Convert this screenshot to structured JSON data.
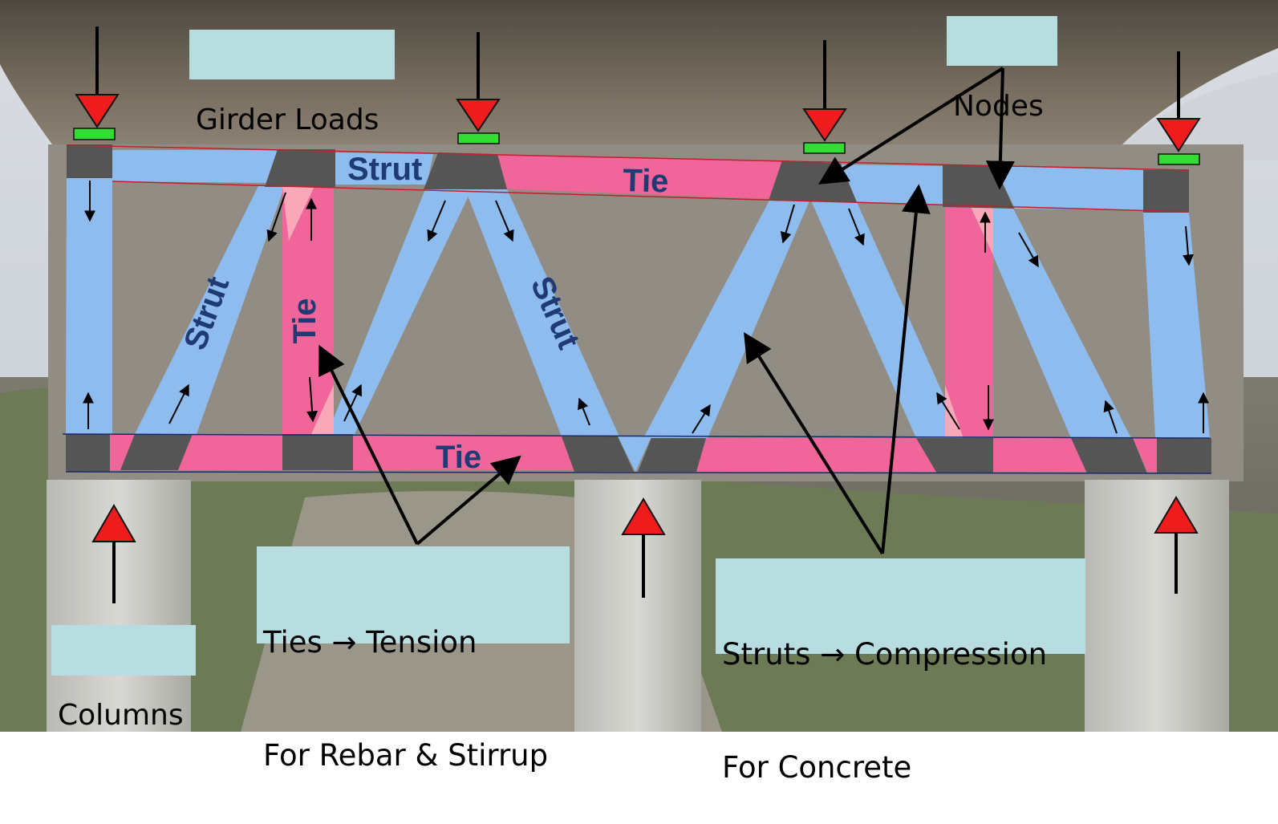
{
  "colors": {
    "strut": "#8fbcef",
    "tie": "#f0669b",
    "node": "#555555",
    "load_arrow": "#ee1c1c",
    "bearing": "#33dd33",
    "label_text": "#1f3b73",
    "callout_bg": "#b7dde1"
  },
  "labels": {
    "girder_loads": "Girder Loads",
    "nodes": "Nodes",
    "columns": "Columns",
    "ties_line1": "Ties → Tension",
    "ties_line2": "For Rebar & Stirrup",
    "struts_line1": "Struts → Compression",
    "struts_line2": "For Concrete"
  },
  "member_labels": {
    "strut_top": "Strut",
    "tie_top": "Tie",
    "strut_diag_left": "Strut",
    "tie_vertical": "Tie",
    "strut_diag_mid": "Strut",
    "tie_bottom": "Tie"
  }
}
